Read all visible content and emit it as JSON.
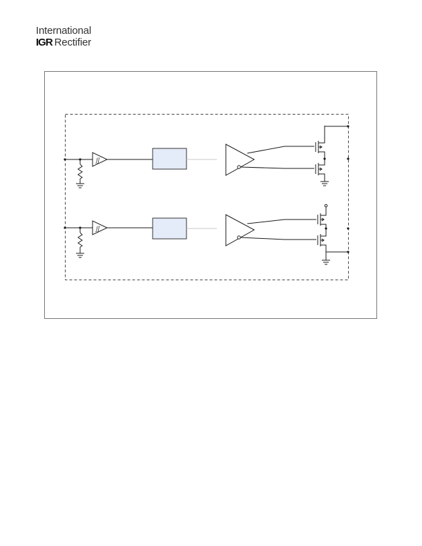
{
  "header": {
    "company_line1": "International",
    "company_mark": "IGR",
    "company_line2": "Rectifier"
  },
  "diagram": {
    "schmitt_symbol": "ʃʃ",
    "colors": {
      "block_fill": "#e4ebf9",
      "line": "#1a1a1a",
      "frame": "#555555"
    }
  }
}
